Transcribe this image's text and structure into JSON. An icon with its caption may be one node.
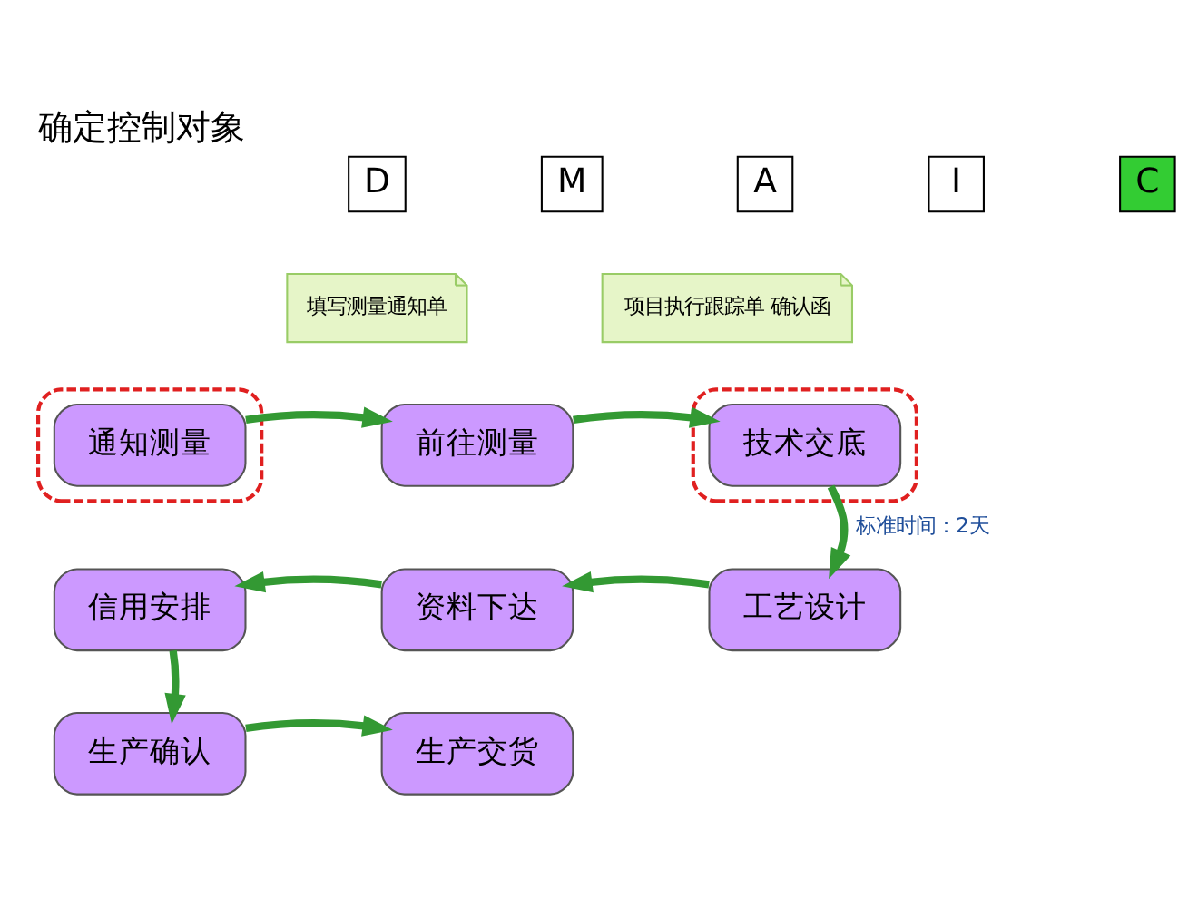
{
  "diagram": {
    "title": "确定控制对象",
    "nodes": [
      {
        "text": [
          "D"
        ]
      },
      {
        "text": [
          "M"
        ]
      },
      {
        "text": [
          "A"
        ]
      },
      {
        "text": [
          "I"
        ]
      },
      {
        "text": [
          "C"
        ]
      },
      {
        "text": [
          "填写测量通知单"
        ]
      },
      {
        "text": [],
        "shape": "ellipse"
      },
      {
        "text": [
          "通知测量"
        ],
        "in": 6
      },
      {
        "text": [
          "前往测量"
        ]
      },
      {
        "text": [
          "项目执行跟踪单 确认函"
        ]
      },
      {
        "text": [],
        "shape": "ellipse"
      },
      {
        "text": [
          "技术交底"
        ],
        "in": 10
      },
      {
        "text": [
          "工艺设计"
        ]
      },
      {
        "text": [
          "资料下达"
        ]
      },
      {
        "text": [
          "信用安排"
        ]
      },
      {
        "text": [
          "生产确认"
        ]
      },
      {
        "text": [
          "生产交货"
        ]
      }
    ],
    "edges": [
      {
        "from": 7,
        "to": 8,
        "arrow": "to"
      },
      {
        "from": 8,
        "to": 11,
        "arrow": "to"
      },
      {
        "from": 11,
        "to": 12,
        "arrow": "to",
        "label": "标准时间：2天"
      },
      {
        "from": 12,
        "to": 13,
        "arrow": "to"
      },
      {
        "from": 13,
        "to": 14,
        "arrow": "to"
      },
      {
        "from": 14,
        "to": 15,
        "arrow": "to"
      },
      {
        "from": 15,
        "to": 16,
        "arrow": "to"
      }
    ]
  }
}
